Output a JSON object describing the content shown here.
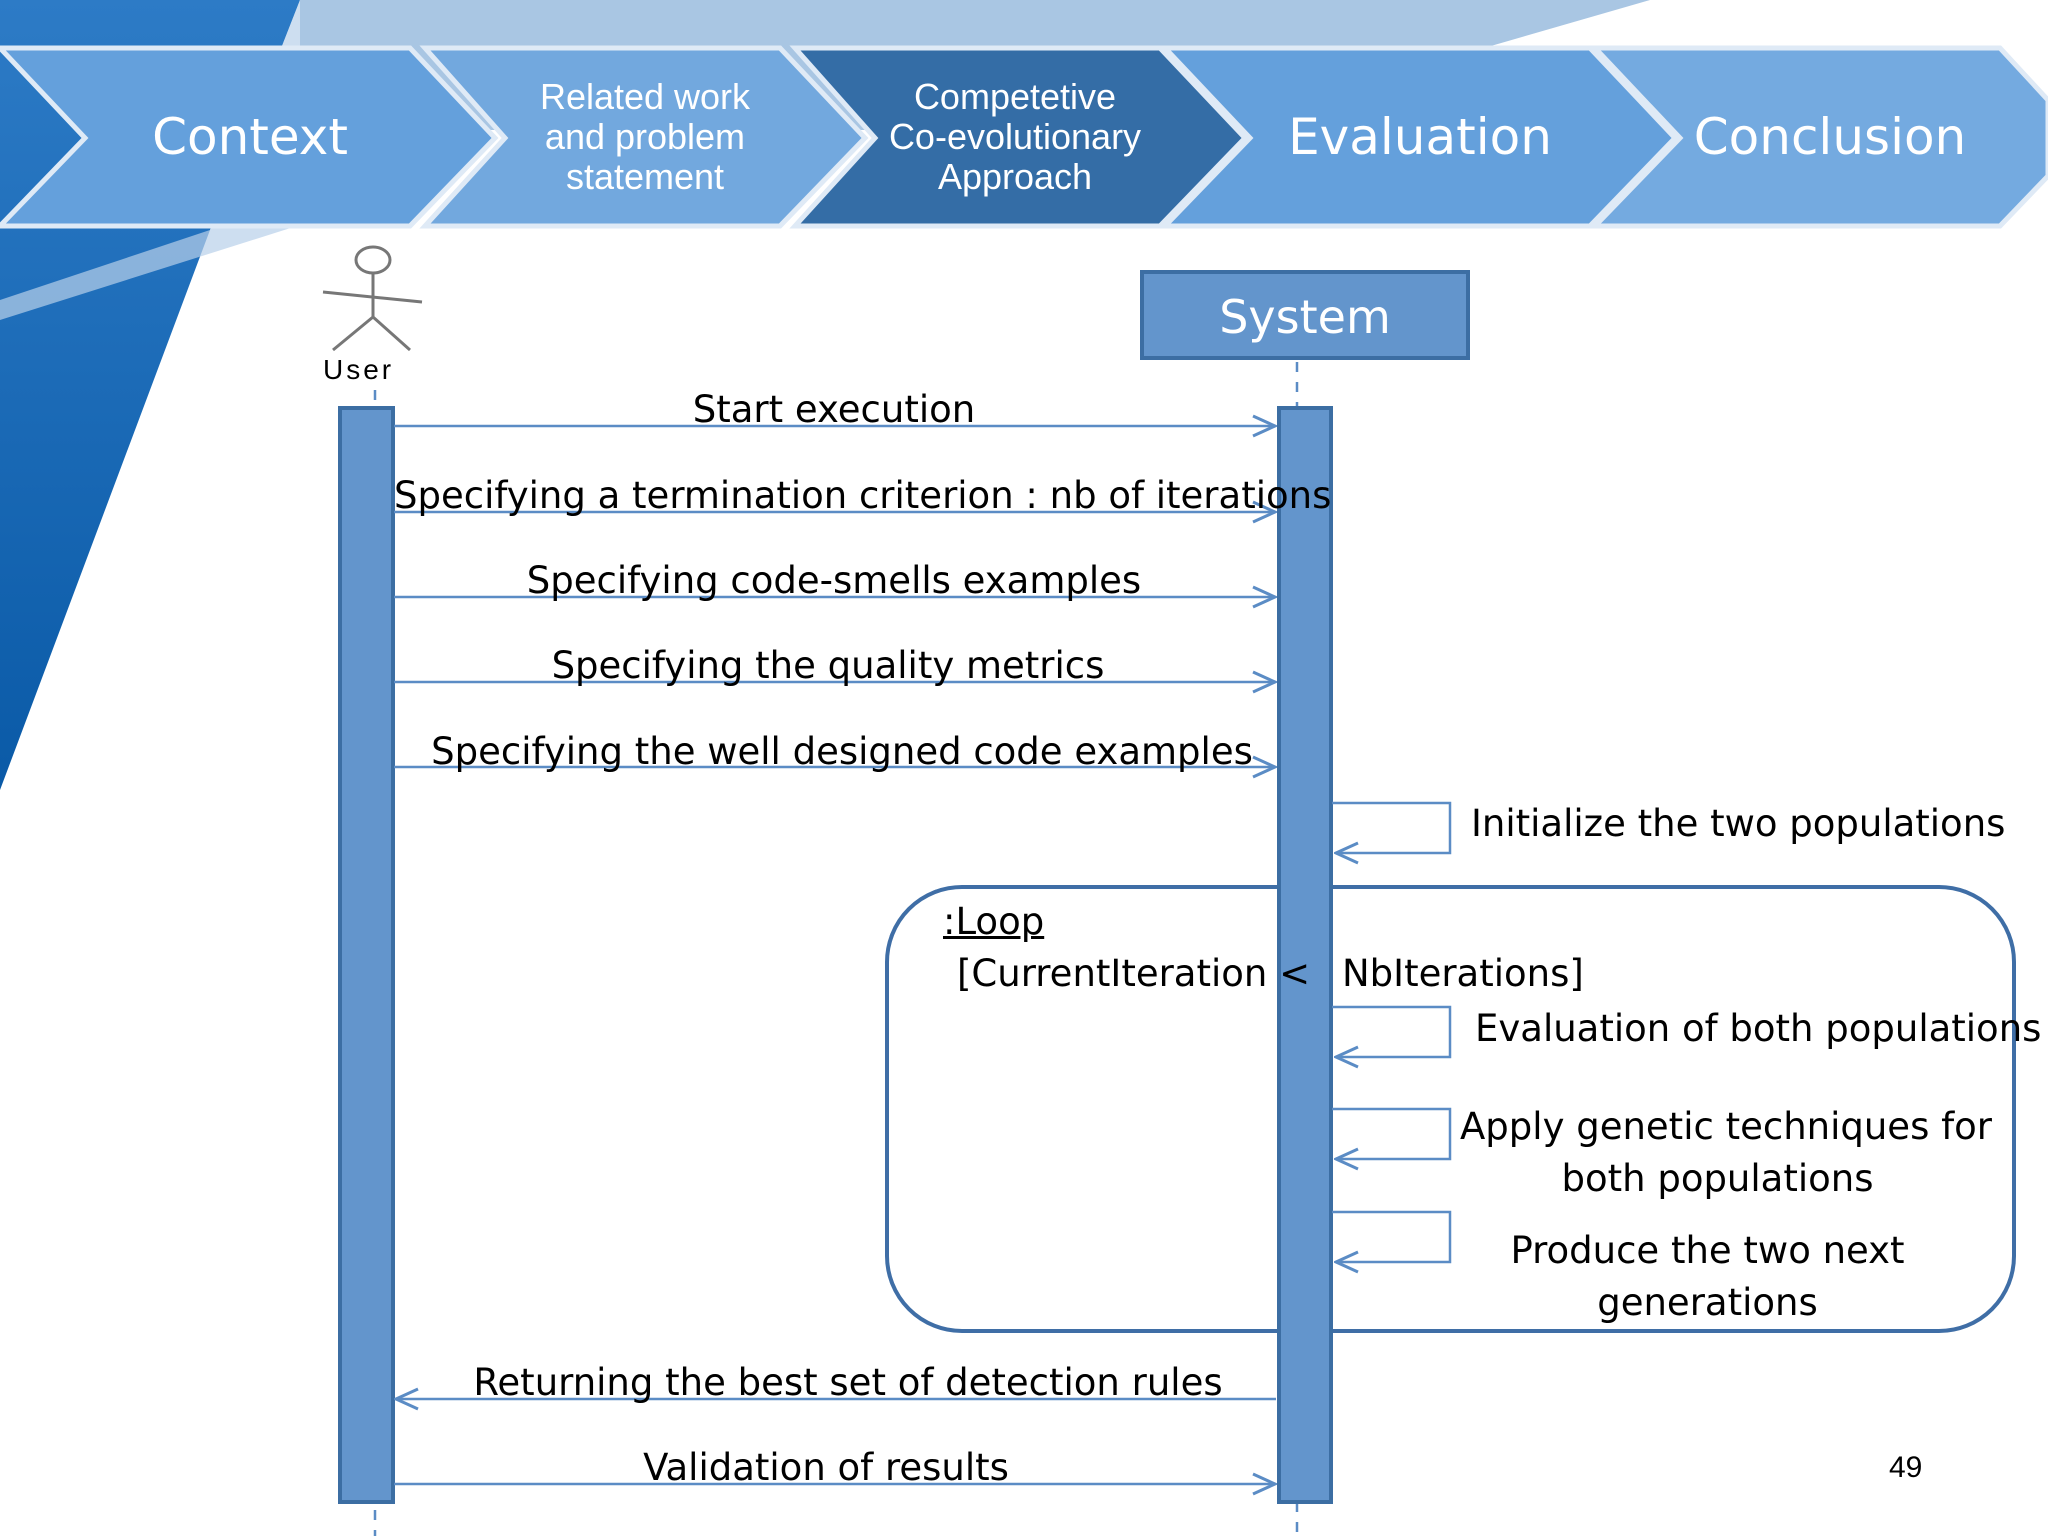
{
  "nav_steps": [
    {
      "label": "Context",
      "state": "default"
    },
    {
      "label": "Related work and problem statement",
      "state": "default"
    },
    {
      "label": "Competetive Co-evolutionary Approach",
      "state": "active"
    },
    {
      "label": "Evaluation",
      "state": "default"
    },
    {
      "label": "Conclusion",
      "state": "default"
    }
  ],
  "actor_label": "User",
  "system_label": "System",
  "messages": [
    {
      "label": "Start execution",
      "direction": "user-to-system"
    },
    {
      "label": "Specifying a termination criterion : nb of iterations",
      "direction": "user-to-system"
    },
    {
      "label": "Specifying code-smells examples",
      "direction": "user-to-system"
    },
    {
      "label": "Specifying the quality metrics",
      "direction": "user-to-system"
    },
    {
      "label": "Specifying the well designed code examples",
      "direction": "user-to-system"
    },
    {
      "label": "Returning the best set of detection rules",
      "direction": "system-to-user"
    },
    {
      "label": "Validation of results",
      "direction": "user-to-system"
    }
  ],
  "self_calls": {
    "init": "Initialize the two populations",
    "evaluation": "Evaluation of both populations",
    "genetic_line1": "Apply genetic techniques for",
    "genetic_line2": "both populations",
    "produce_line1": "Produce the two  next",
    "produce_line2": "generations"
  },
  "loop": {
    "title": ":Loop",
    "guard_left": "[CurrentIteration <",
    "guard_right": "NbIterations]"
  },
  "page_number": "49",
  "colors": {
    "step_blue": "#64a0dc",
    "step_dark": "#346da6",
    "lifeline_fill": "#6395cc",
    "lifeline_border": "#3c6ea3",
    "arrow": "#5b8cc5",
    "loop_border": "#3f6ea6"
  }
}
